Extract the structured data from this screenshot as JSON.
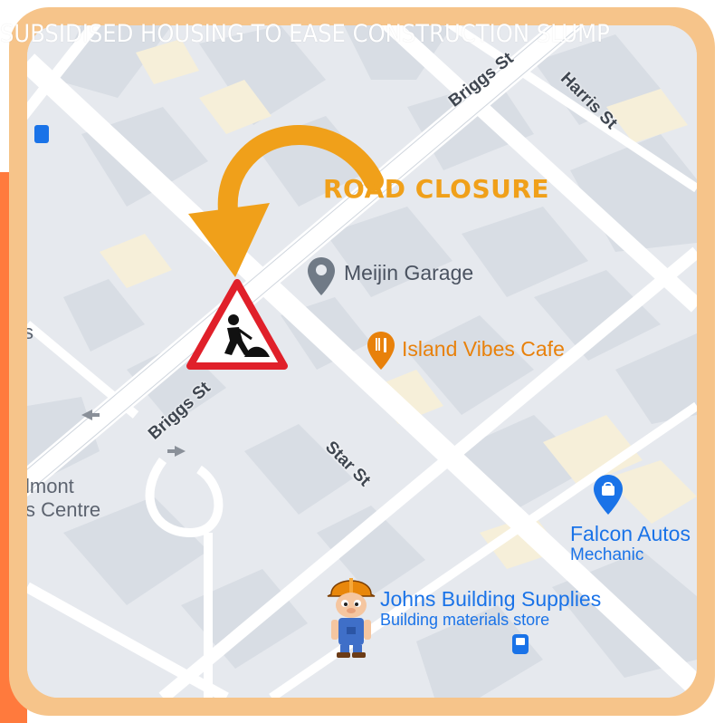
{
  "headline": "SUBSIDISED HOUSING TO EASE CONSTRUCTION SLUMP",
  "callout": {
    "text": "ROAD CLOSURE",
    "color": "#f0a01a"
  },
  "streets": {
    "briggs_top": "Briggs St",
    "harris": "Harris St",
    "briggs_bottom": "Briggs St",
    "star": "Star St"
  },
  "places": {
    "meijin": {
      "name": "Meijin Garage",
      "icon": "grey-location-pin-icon"
    },
    "island_vibes": {
      "name": "Island Vibes Cafe",
      "icon": "restaurant-pin-icon",
      "color": "#e8810b"
    },
    "falcon": {
      "name": "Falcon Autos",
      "category": "Mechanic",
      "icon": "shopping-bag-pin-icon",
      "color": "#1a73e8"
    },
    "johns": {
      "name": "Johns Building Supplies",
      "category": "Building materials store",
      "color": "#1a73e8"
    }
  },
  "edge_labels": {
    "line1": "lmont",
    "line2": "s Centre",
    "line0": "s"
  },
  "colors": {
    "frame": "#f6c48a",
    "side_strip": "#ff7a3d",
    "map_bg": "#e6e9ee",
    "road_sign_border": "#e0202a"
  }
}
